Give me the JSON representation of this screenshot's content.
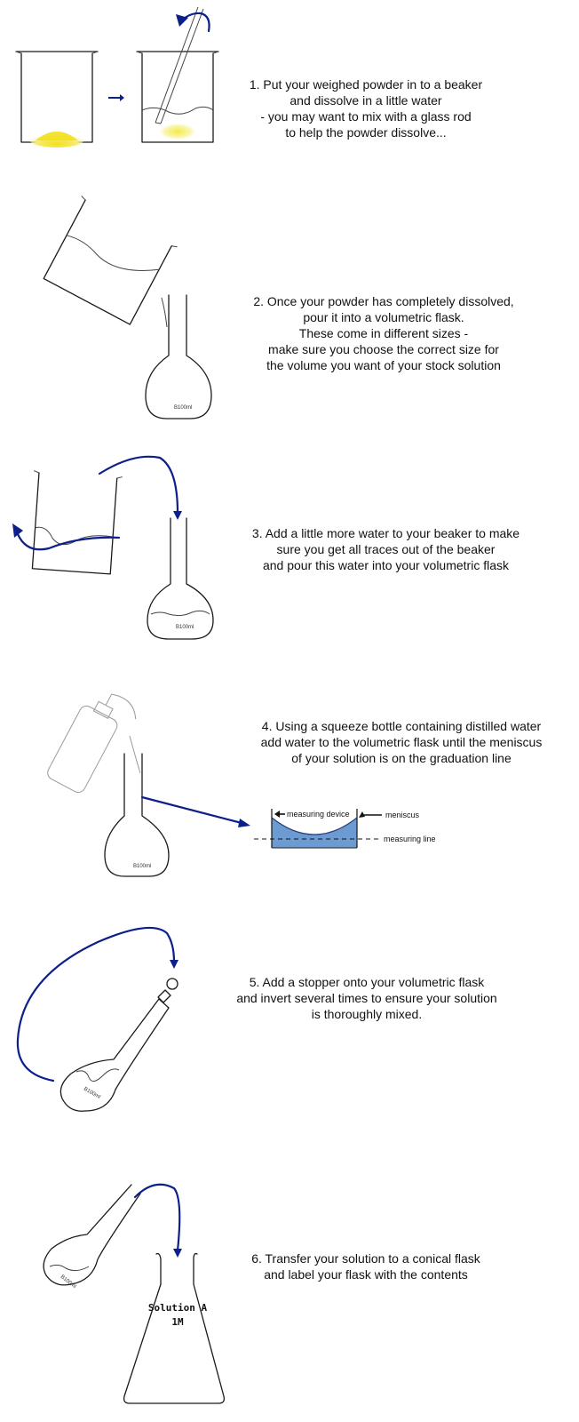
{
  "steps": [
    {
      "number": "1",
      "lines": [
        "1. Put your weighed powder in to a beaker",
        "and dissolve in a little water",
        "- you may want to mix with a glass rod",
        "to help the powder dissolve..."
      ]
    },
    {
      "number": "2",
      "flask_label": "B100ml",
      "lines": [
        "2. Once your powder has completely dissolved,",
        "pour it into a volumetric flask.",
        "These come in different sizes -",
        "make sure you choose the correct size for",
        "the volume you want of your stock solution"
      ]
    },
    {
      "number": "3",
      "flask_label": "B100ml",
      "lines": [
        "3. Add a little more water to your beaker to make",
        "sure you get all traces out of the beaker",
        "and pour this water into your volumetric flask"
      ]
    },
    {
      "number": "4",
      "flask_label": "B100ml",
      "lines": [
        "4. Using a squeeze bottle containing distilled water",
        "add water to the volumetric flask until the meniscus",
        "of your solution is on the graduation line"
      ],
      "meniscus_diagram": {
        "measuring_device": "measuring device",
        "meniscus": "meniscus",
        "measuring_line": "measuring line",
        "fill_color": "#6b9bd1"
      }
    },
    {
      "number": "5",
      "flask_label": "B100ml",
      "lines": [
        "5. Add a stopper onto your volumetric flask",
        "and invert several times to ensure your solution",
        "is thoroughly mixed."
      ]
    },
    {
      "number": "6",
      "flask_label": "B100ml",
      "conical_label_line1": "Solution A",
      "conical_label_line2": "1M",
      "lines": [
        "6. Transfer your solution to a conical flask",
        "and label your flask with the contents"
      ]
    }
  ],
  "colors": {
    "arrow": "#0d1f8a",
    "powder": "#f2e01c",
    "liquid": "#6b9bd1"
  }
}
